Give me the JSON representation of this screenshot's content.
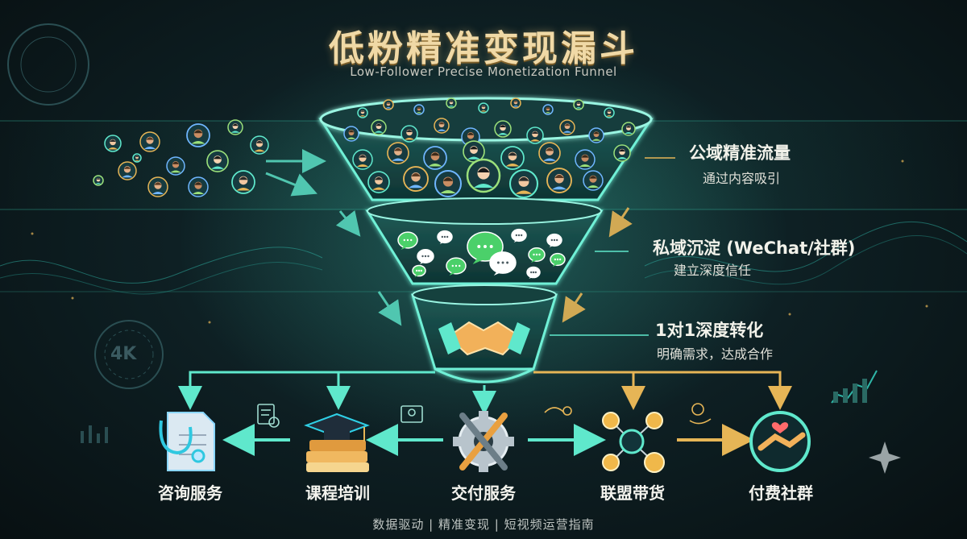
{
  "header": {
    "title": "低粉精准变现漏斗",
    "subtitle": "Low-Follower Precise Monetization Funnel"
  },
  "stages": [
    {
      "title": "公域精准流量",
      "subtitle": "通过内容吸引",
      "icon": "people-avatars-icon"
    },
    {
      "title": "私域沉淀 (WeChat/社群)",
      "subtitle": "建立深度信任",
      "icon": "chat-bubbles-icon"
    },
    {
      "title": "1对1深度转化",
      "subtitle": "明确需求，达成合作",
      "icon": "handshake-icon"
    }
  ],
  "services": [
    {
      "label": "咨询服务",
      "icon": "stethoscope-document-icon"
    },
    {
      "label": "课程培训",
      "icon": "graduation-books-icon"
    },
    {
      "label": "交付服务",
      "icon": "gear-tools-icon"
    },
    {
      "label": "联盟带货",
      "icon": "network-coins-icon"
    },
    {
      "label": "付费社群",
      "icon": "handshake-circle-icon"
    }
  ],
  "decor": {
    "badge": "4K"
  },
  "footer": "数据驱动 | 精准变现 | 短视频运营指南",
  "colors": {
    "accent_teal": "#3fe0c0",
    "accent_gold": "#e6b556",
    "background": "#0b1417"
  }
}
